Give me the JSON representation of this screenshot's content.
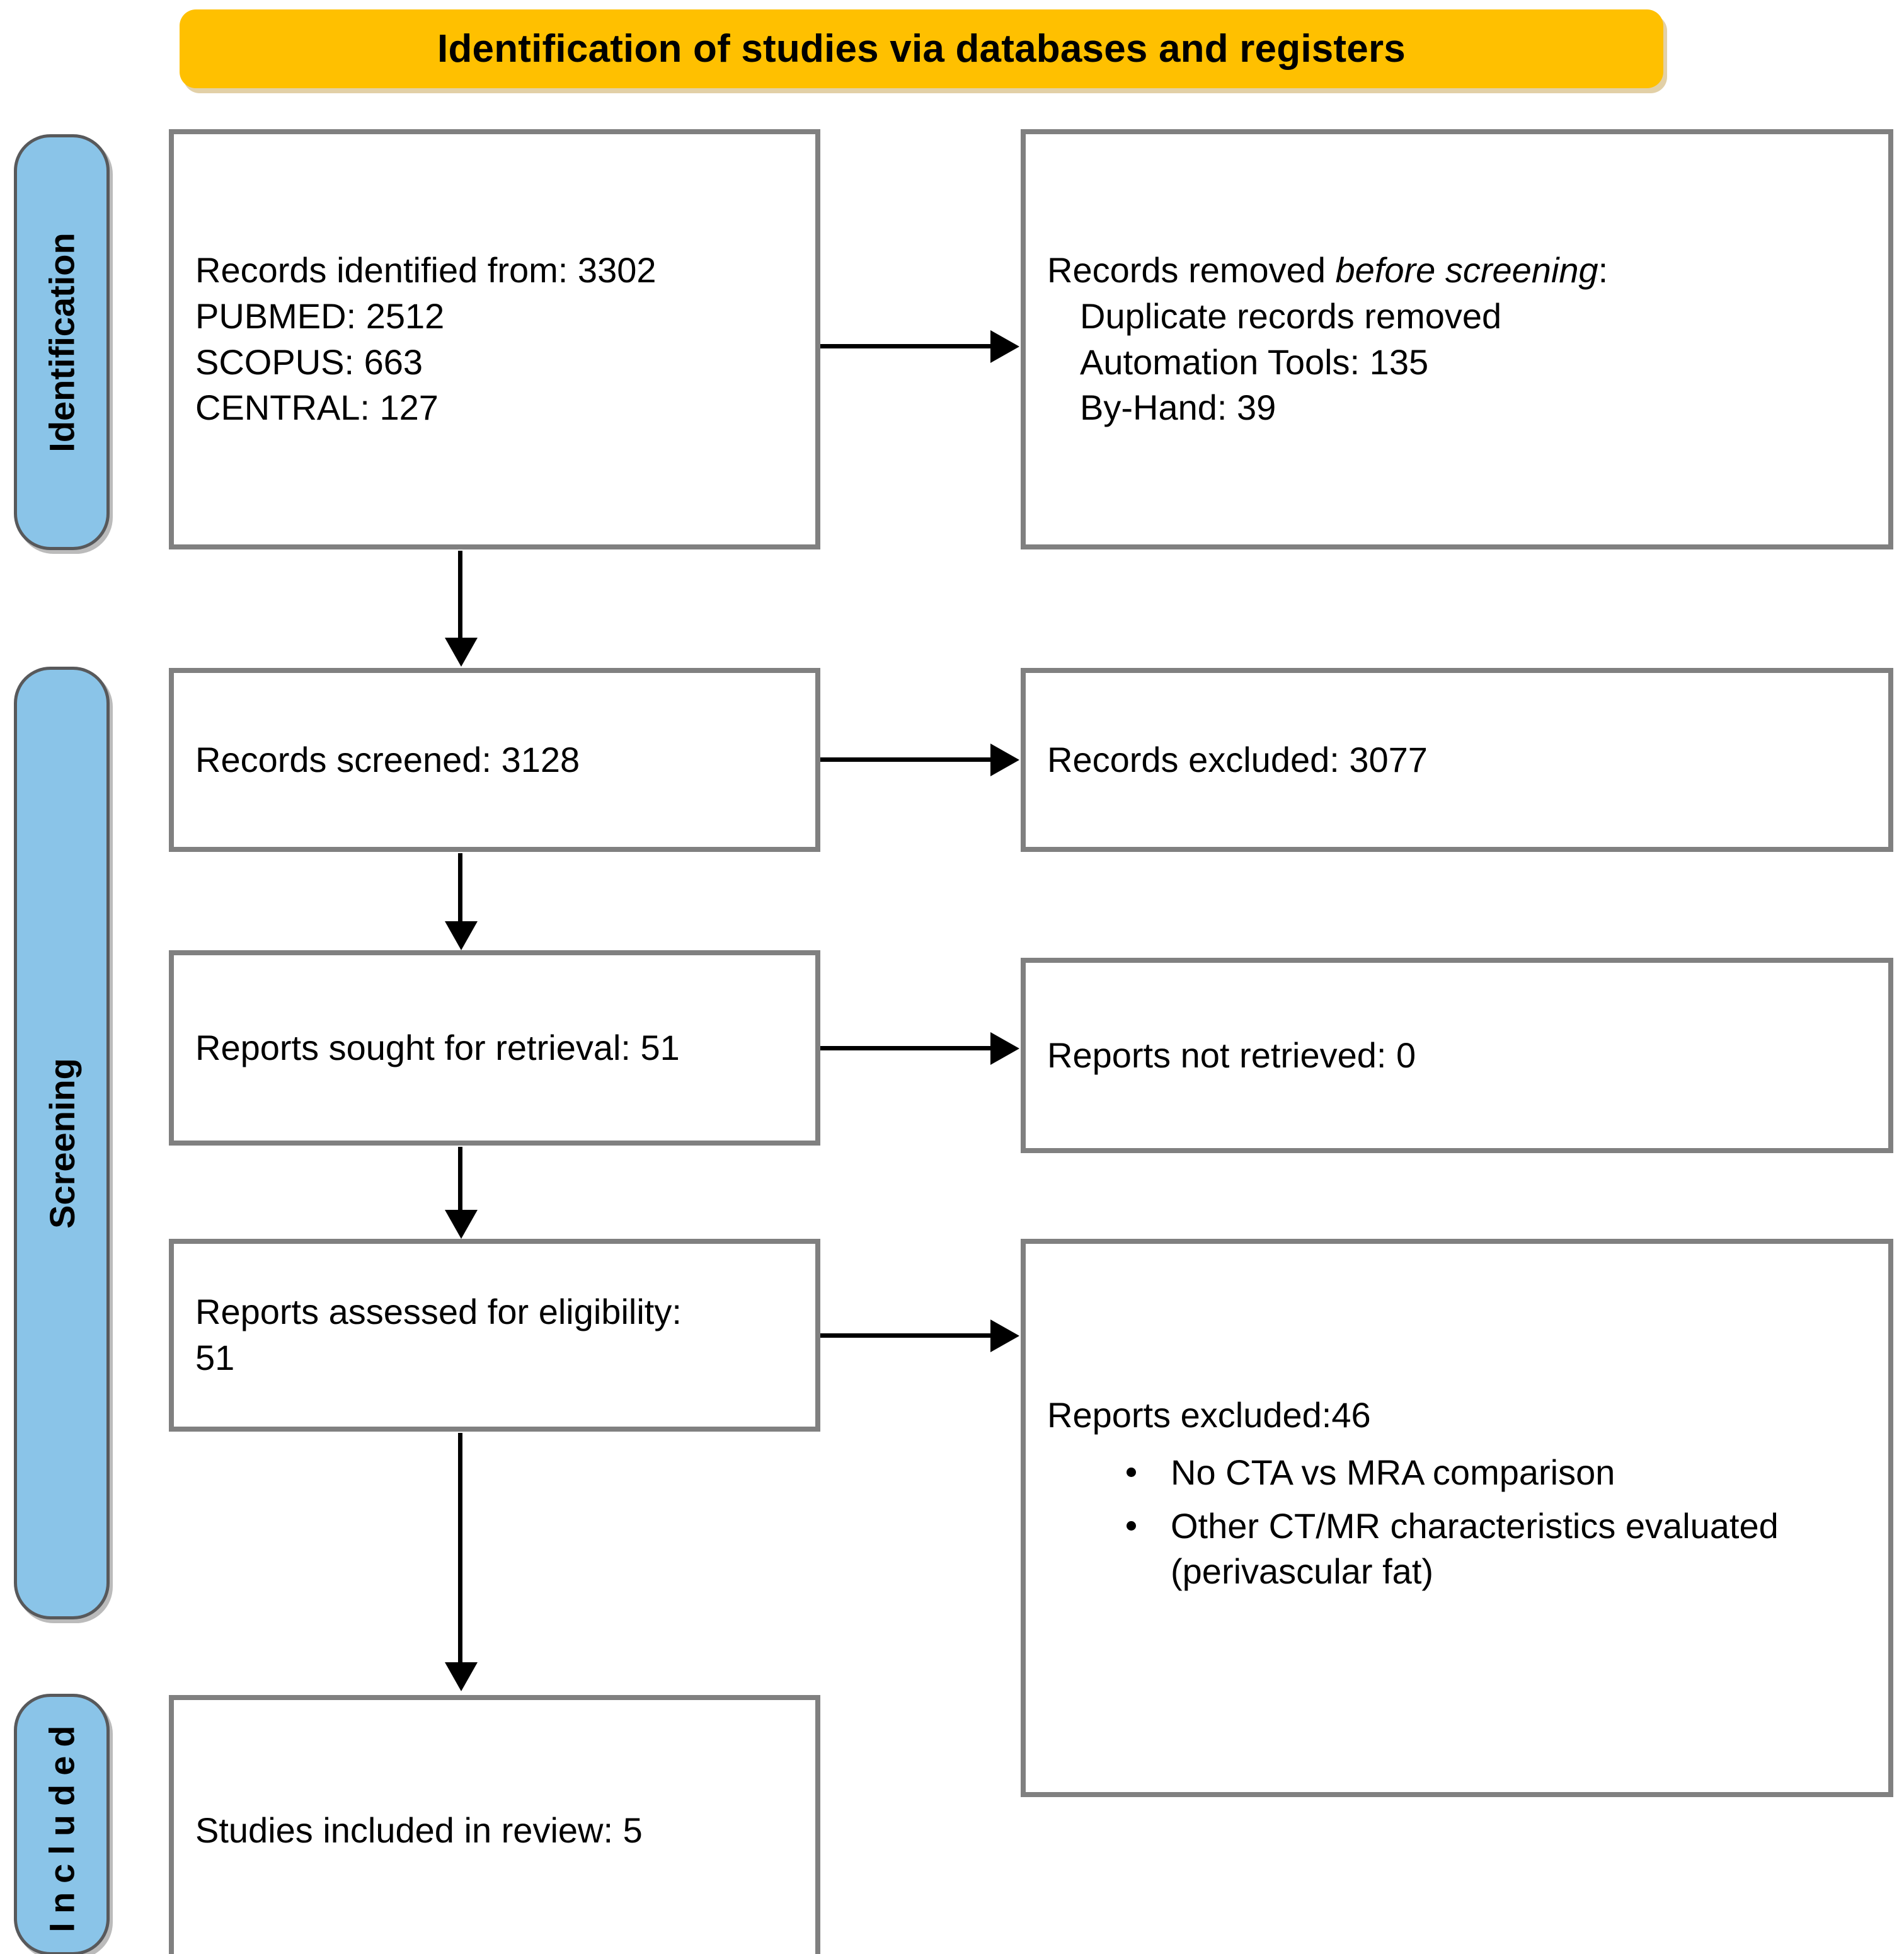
{
  "banner": {
    "title": "Identification of studies via databases and registers"
  },
  "colors": {
    "banner_bg": "#FFC000",
    "stage_bg": "#8AC4E8",
    "box_border": "#808080",
    "stage_border": "#58595B",
    "text": "#000000",
    "connector": "#000000"
  },
  "stages": [
    {
      "key": "identification",
      "label": "Identification"
    },
    {
      "key": "screening",
      "label": "Screening"
    },
    {
      "key": "included",
      "label": "Included"
    }
  ],
  "boxes": {
    "identified": {
      "lines": [
        "Records identified from: 3302",
        "PUBMED: 2512",
        "SCOPUS: 663",
        "CENTRAL: 127"
      ]
    },
    "removed": {
      "heading_prefix": "Records removed ",
      "heading_italic": "before screening",
      "heading_suffix": ":",
      "lines": [
        "Duplicate records removed",
        "Automation Tools: 135",
        "By-Hand: 39"
      ]
    },
    "screened": {
      "text": "Records screened: 3128"
    },
    "records_excluded": {
      "text": "Records excluded: 3077"
    },
    "sought": {
      "text": "Reports sought for retrieval: 51"
    },
    "not_retrieved": {
      "text": "Reports not retrieved: 0"
    },
    "assessed": {
      "line1": "Reports assessed for eligibility:",
      "line2": "51"
    },
    "reports_excluded": {
      "heading": "Reports excluded:46",
      "bullets": [
        "No CTA vs MRA comparison",
        "Other CT/MR characteristics evaluated (perivascular fat)"
      ]
    },
    "included": {
      "text": "Studies included in review: 5"
    }
  }
}
